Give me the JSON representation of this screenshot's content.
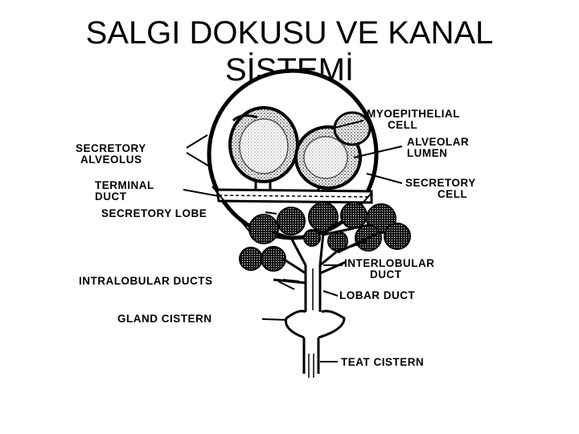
{
  "slide": {
    "title_line1": "SALGI DOKUSU VE KANAL",
    "title_line2": "SİSTEMİ"
  },
  "diagram": {
    "labels": {
      "myoepithelial_1": "MYOEPITHELIAL",
      "myoepithelial_2": "CELL",
      "secretory_alveolus_1": "SECRETORY",
      "secretory_alveolus_2": "ALVEOLUS",
      "alveolar_lumen_1": "ALVEOLAR",
      "alveolar_lumen_2": "LUMEN",
      "terminal_duct_1": "TERMINAL",
      "terminal_duct_2": "DUCT",
      "secretory_cell_1": "SECRETORY",
      "secretory_cell_2": "CELL",
      "secretory_lobe": "SECRETORY LOBE",
      "interlobular_duct_1": "INTERLOBULAR",
      "interlobular_duct_2": "DUCT",
      "intralobular_ducts": "INTRALOBULAR DUCTS",
      "lobar_duct": "LOBAR DUCT",
      "gland_cistern": "GLAND CISTERN",
      "teat_cistern": "TEAT CISTERN"
    }
  }
}
